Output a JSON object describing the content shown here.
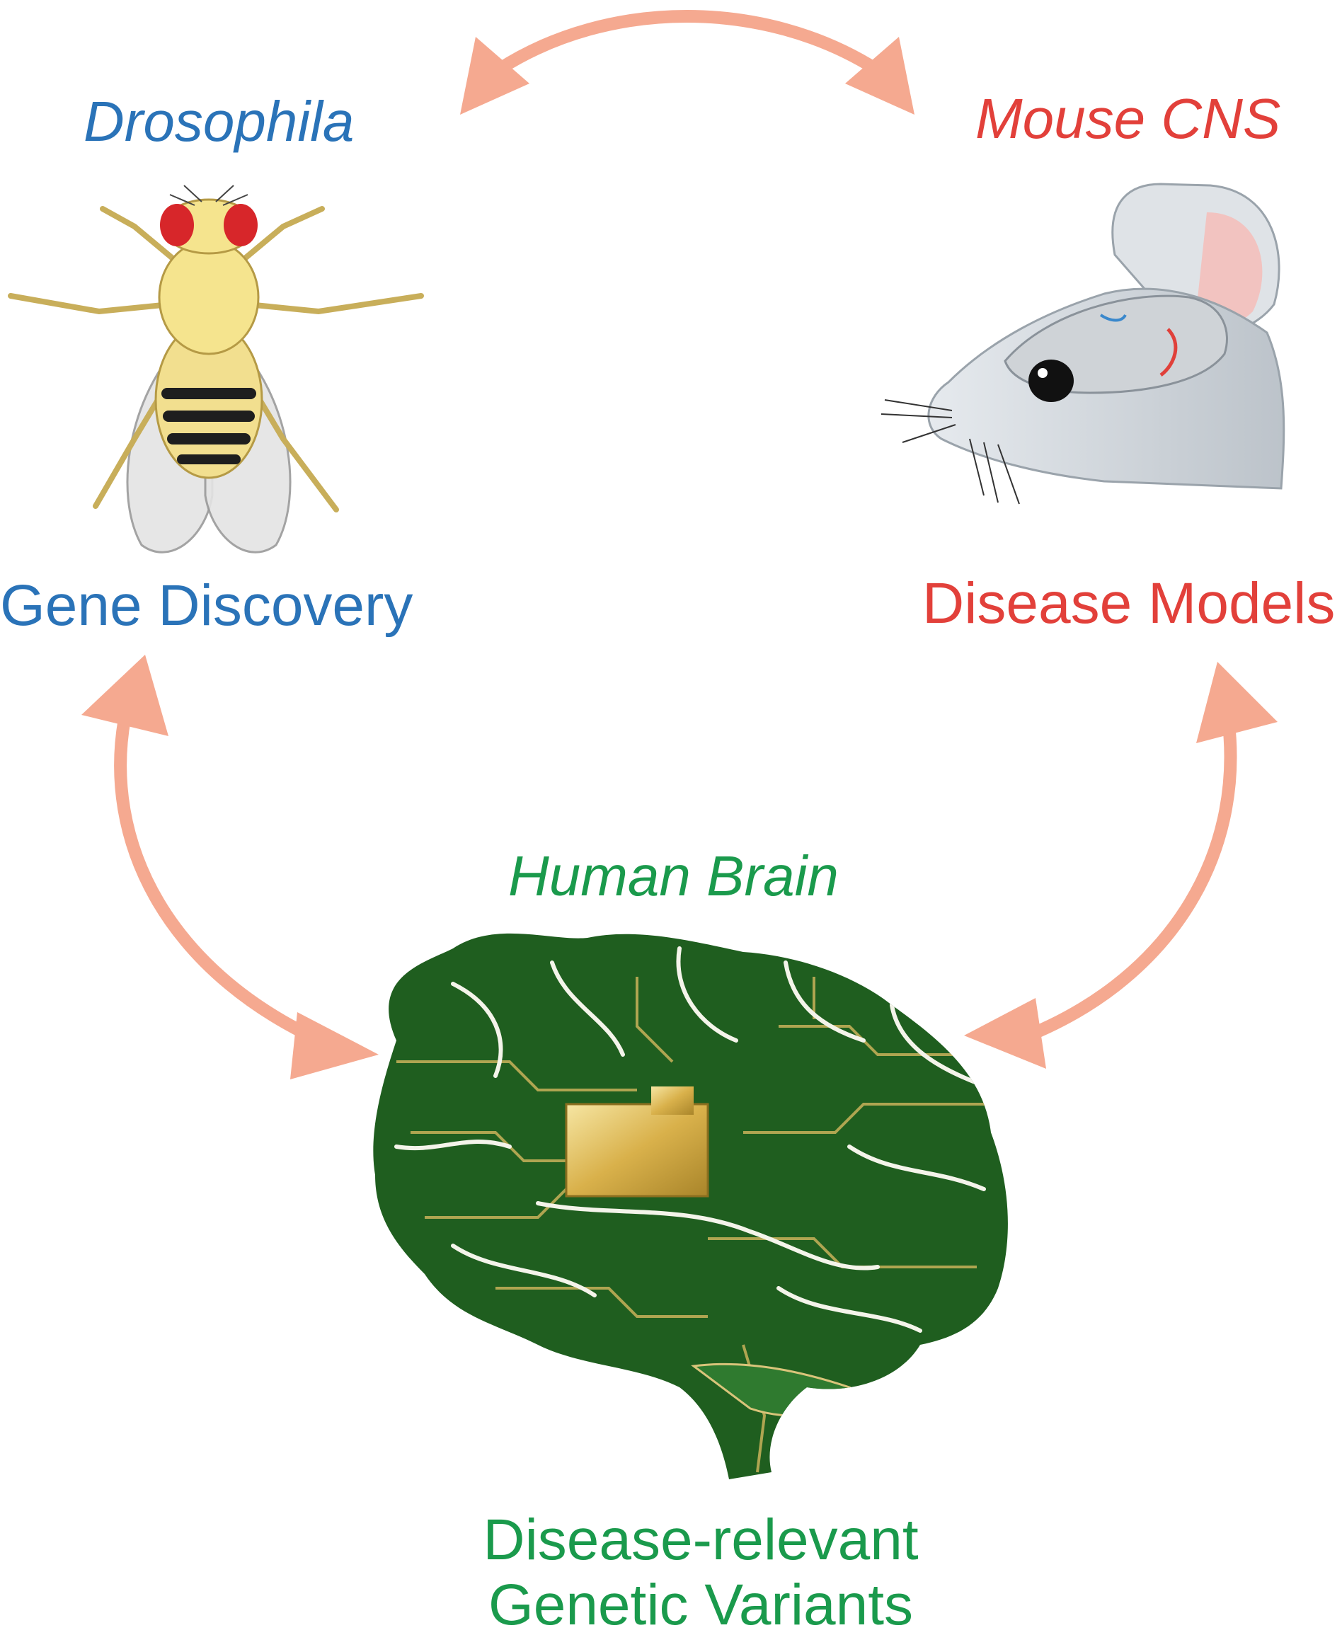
{
  "colors": {
    "fly": "#2a73b8",
    "mouse": "#e2403a",
    "brain": "#1a9a4c",
    "arrow": "#f5a990"
  },
  "fly": {
    "title": "Drosophila",
    "caption": "Gene Discovery",
    "icon": "fruit-fly-illustration"
  },
  "mouse": {
    "title": "Mouse CNS",
    "caption": "Disease Models",
    "icon": "mouse-head-illustration"
  },
  "brain": {
    "title": "Human Brain",
    "caption_lines": [
      "Disease-relevant",
      "Genetic Variants"
    ],
    "icon": "circuit-brain-illustration"
  },
  "arrows": [
    {
      "from": "Drosophila",
      "to": "Mouse CNS",
      "direction": "bidirectional"
    },
    {
      "from": "Drosophila",
      "to": "Human Brain",
      "direction": "bidirectional"
    },
    {
      "from": "Mouse CNS",
      "to": "Human Brain",
      "direction": "bidirectional"
    }
  ]
}
